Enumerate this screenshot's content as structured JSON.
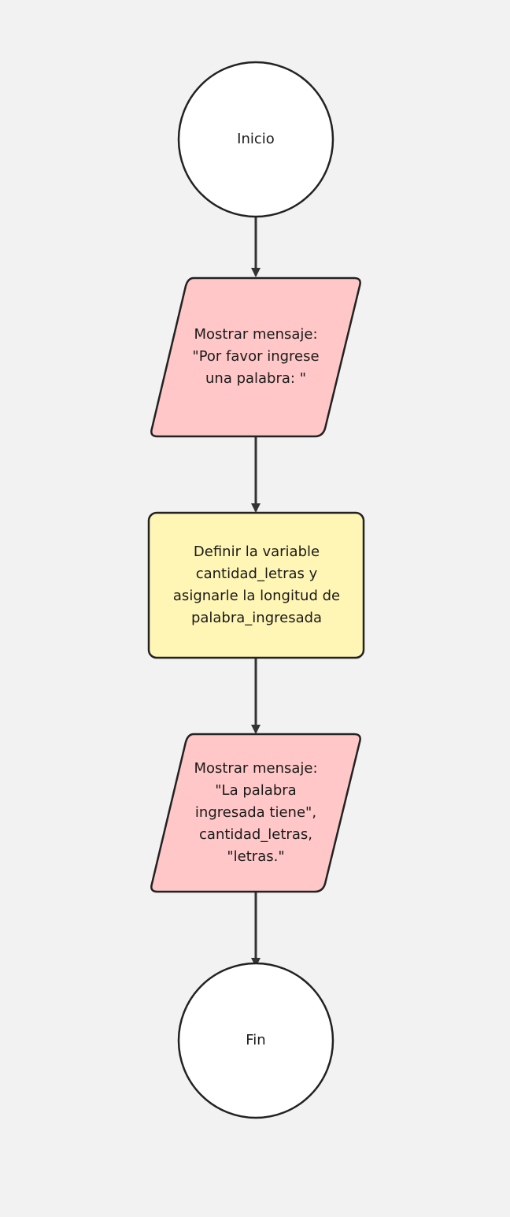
{
  "diagram": {
    "type": "flowchart",
    "colors": {
      "background": "#f2f2f2",
      "terminal_fill": "#ffffff",
      "io_fill": "#ffc7c7",
      "process_fill": "#fff6b5",
      "stroke": "#222222",
      "connector": "#333333"
    },
    "nodes": {
      "start": {
        "shape": "circle",
        "label": "Inicio"
      },
      "input_prompt": {
        "shape": "parallelogram",
        "label": "Mostrar mensaje:\n\"Por favor ingrese\nuna palabra: \""
      },
      "process_count": {
        "shape": "rectangle",
        "label": "Definir la variable\ncantidad_letras y\nasignarle la longitud de\npalabra_ingresada"
      },
      "output_result": {
        "shape": "parallelogram",
        "label": "Mostrar mensaje:\n\"La palabra\ningresada tiene\",\ncantidad_letras,\n\"letras.\""
      },
      "end": {
        "shape": "circle",
        "label": "Fin"
      }
    },
    "edges": [
      {
        "from": "start",
        "to": "input_prompt"
      },
      {
        "from": "input_prompt",
        "to": "process_count"
      },
      {
        "from": "process_count",
        "to": "output_result"
      },
      {
        "from": "output_result",
        "to": "end"
      }
    ]
  }
}
